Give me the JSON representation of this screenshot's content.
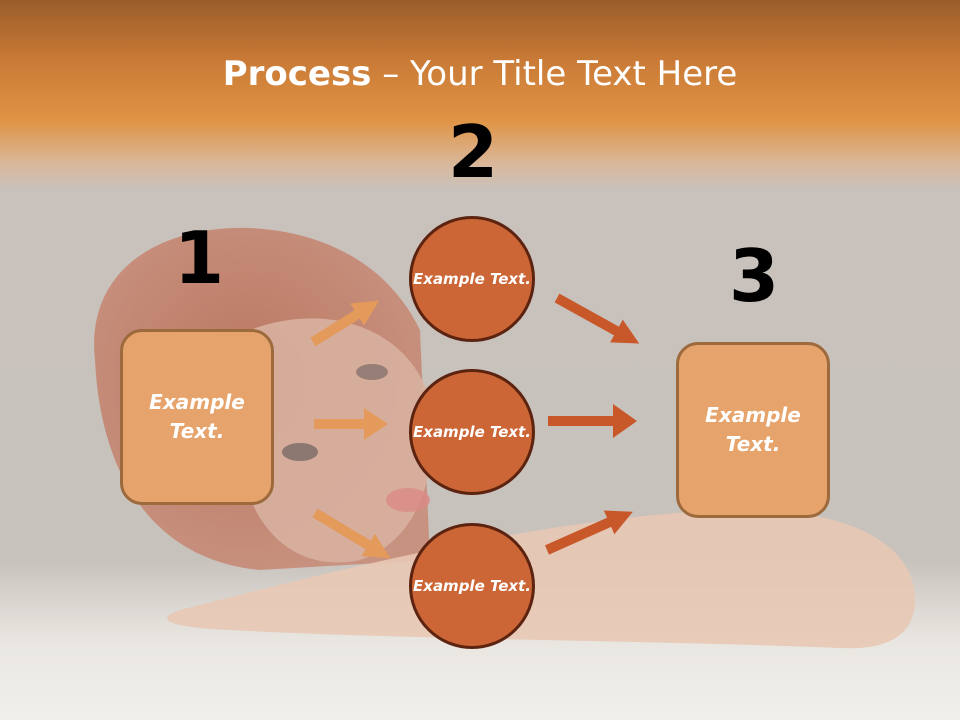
{
  "title": {
    "bold": "Process",
    "rest": " – Your Title Text Here"
  },
  "steps": [
    {
      "number": "1",
      "text": "Example Text."
    },
    {
      "number": "2",
      "items": [
        "Example Text.",
        "Example Text.",
        "Example Text."
      ]
    },
    {
      "number": "3",
      "text": "Example Text."
    }
  ],
  "colors": {
    "box_fill": "#e6a46c",
    "circle_fill": "#cc6636",
    "arrow_light": "#e39a5a",
    "arrow_dark": "#c8582a",
    "header": "#e09344"
  }
}
